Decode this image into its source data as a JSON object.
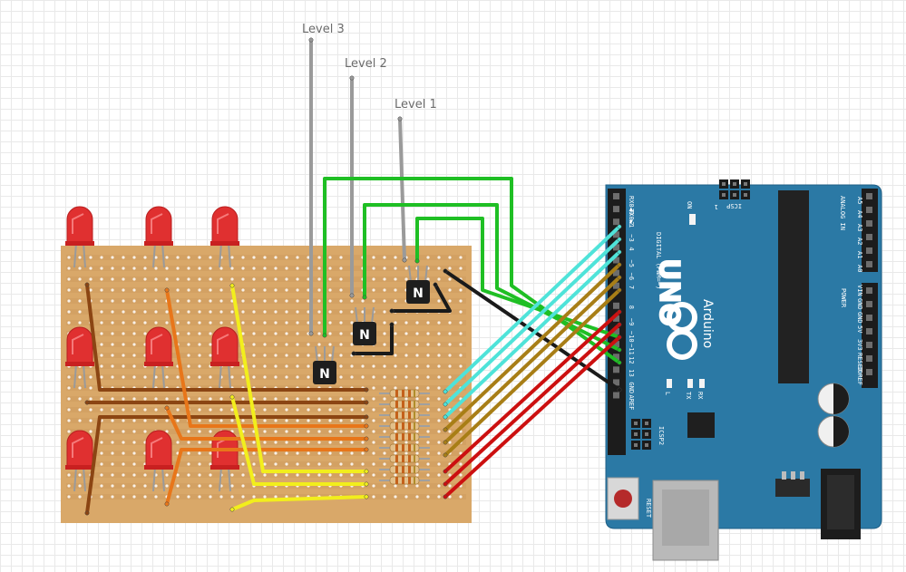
{
  "labels": {
    "level3": "Level 3",
    "level2": "Level 2",
    "level1": "Level 1"
  },
  "transistor_mark": "N",
  "arduino": {
    "model": "UNO",
    "brand": "Arduino",
    "digital_header": "DIGITAL (PWM=~)",
    "digital_pins": [
      "RX0◀0",
      "TX0▶1",
      "2",
      "~3",
      "4",
      "~5",
      "~6",
      "7",
      "8",
      "~9",
      "~10",
      "~11",
      "12",
      "13",
      "GND",
      "AREF"
    ],
    "analog_header": "ANALOG IN",
    "analog_pins": [
      "A5",
      "A4",
      "A3",
      "A2",
      "A1",
      "A0"
    ],
    "power_header": "POWER",
    "power_pins": [
      "VIN",
      "GND",
      "GND",
      "5V",
      "3V3",
      "RESET",
      "IOREF"
    ],
    "on_label": "ON",
    "icsp_label": "ICSP",
    "icsp2_label": "ICSP2",
    "reset_label": "RESET",
    "led_labels": [
      "L",
      "TX",
      "RX"
    ],
    "one_mark": "1"
  },
  "colors": {
    "stripboard": "#d9a869",
    "board": "#2b79a5",
    "led": "#e03030",
    "wire_brown": "#8b4513",
    "wire_orange": "#e8761a",
    "wire_yellow": "#f2ee1c",
    "wire_green": "#1fbf24",
    "wire_cyan": "#4fe3d9",
    "wire_olive": "#a87e16",
    "wire_red": "#cc1010",
    "wire_grey": "#9a9a9a",
    "wire_black": "#1a1a1a"
  }
}
